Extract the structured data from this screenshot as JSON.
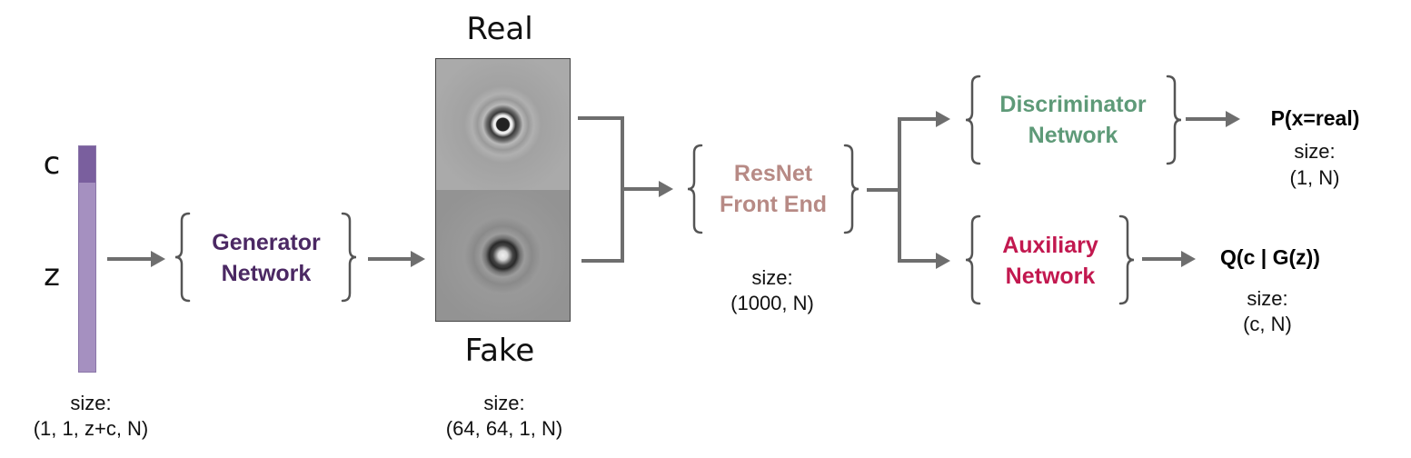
{
  "input": {
    "c_label": "c",
    "z_label": "z",
    "size_label": "size:",
    "size_value": "(1, 1, z+c, N)",
    "c_color": "#7a5f9e",
    "z_color": "#a590c0"
  },
  "generator": {
    "line1": "Generator",
    "line2": "Network",
    "color": "#4b2863"
  },
  "images": {
    "real_label": "Real",
    "fake_label": "Fake",
    "size_label": "size:",
    "size_value": "(64, 64, 1, N)"
  },
  "resnet": {
    "line1": "ResNet",
    "line2": "Front End",
    "color": "#b78a85",
    "size_label": "size:",
    "size_value": "(1000, N)"
  },
  "discriminator": {
    "line1": "Discriminator",
    "line2": "Network",
    "color": "#5e9a78",
    "output": "P(x=real)",
    "size_label": "size:",
    "size_value": "(1, N)"
  },
  "auxiliary": {
    "line1": "Auxiliary",
    "line2": "Network",
    "color": "#c2184f",
    "output": "Q(c | G(z))",
    "size_label": "size:",
    "size_value": "(c, N)"
  },
  "style": {
    "arrow_color": "#6e6e6e",
    "brace_color": "#555555"
  }
}
